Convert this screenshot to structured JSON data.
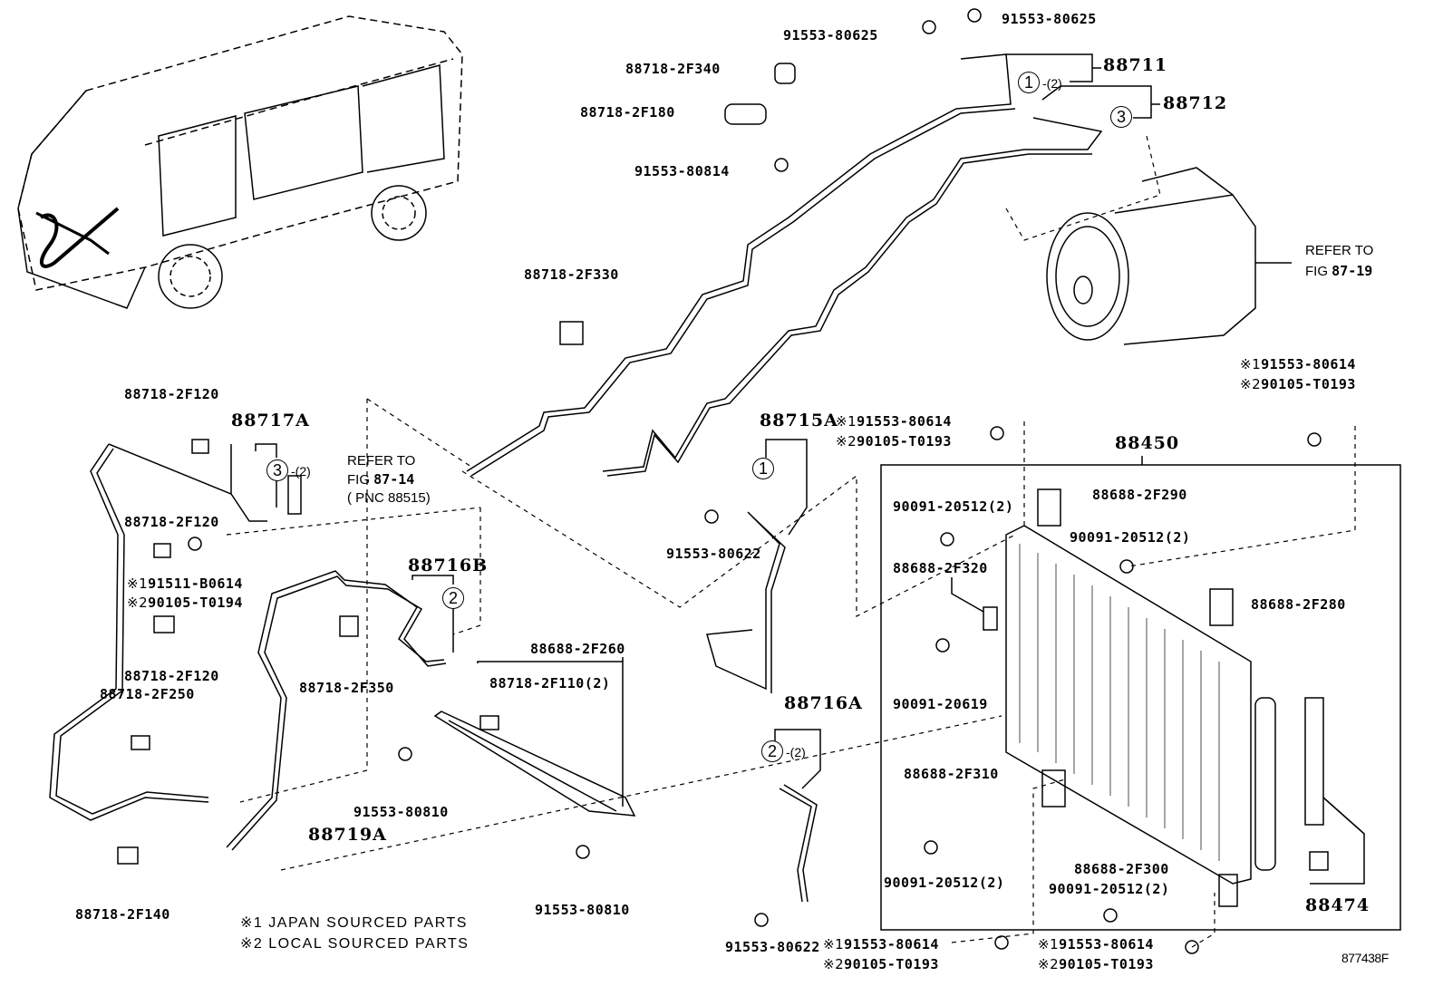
{
  "figure_id": "877438F",
  "notes": {
    "japan": {
      "mark": "※1",
      "text": "JAPAN SOURCED PARTS"
    },
    "local": {
      "mark": "※2",
      "text": "LOCAL SOURCED PARTS"
    }
  },
  "refs": {
    "compressor": {
      "line1": "REFER TO",
      "line2_prefix": "FIG",
      "line2_num": "87-19"
    },
    "expansion_valve": {
      "line1": "REFER TO",
      "line2_prefix": "FIG",
      "line2_num": "87-14",
      "line3": "( PNC 88515)"
    }
  },
  "circled": {
    "c1": "1",
    "c2": "2",
    "c3": "3"
  },
  "qty": {
    "q2": "-(2)"
  },
  "parts": {
    "p88711": "88711",
    "p88712": "88712",
    "p88717A": "88717A",
    "p88716B": "88716B",
    "p88715A": "88715A",
    "p88716A": "88716A",
    "p88719A": "88719A",
    "p88450": "88450",
    "p88474": "88474",
    "b_80625_a": "91553-80625",
    "b_80625_b": "91553-80625",
    "c_2F340": "88718-2F340",
    "c_2F180": "88718-2F180",
    "b_80814": "91553-80814",
    "c_2F330": "88718-2F330",
    "c_2F120_a": "88718-2F120",
    "c_2F120_b": "88718-2F120",
    "c_2F120_c": "88718-2F120",
    "c_2F250": "88718-2F250",
    "c_2F350": "88718-2F350",
    "c_2F140": "88718-2F140",
    "c_2F110": "88718-2F110(2)",
    "br_2F260": "88688-2F260",
    "b_80810_a": "91553-80810",
    "b_80810_b": "91553-80810",
    "b_80622_a": "91553-80622",
    "b_80622_b": "91553-80622",
    "br_2F290": "88688-2F290",
    "br_2F320": "88688-2F320",
    "br_2F280": "88688-2F280",
    "br_2F310": "88688-2F310",
    "br_2F300": "88688-2F300",
    "s_20512_a": "90091-20512(2)",
    "s_20512_b": "90091-20512(2)",
    "s_20512_c": "90091-20512(2)",
    "s_20512_d": "90091-20512(2)",
    "s_20619": "90091-20619",
    "alt_B0614": {
      "j": "91511-B0614",
      "l": "90105-T0194"
    },
    "alt_top_right": {
      "j": "91553-80614",
      "l": "90105-T0193"
    },
    "alt_mid": {
      "j": "91553-80614",
      "l": "90105-T0193"
    },
    "alt_bot_left": {
      "j": "91553-80614",
      "l": "90105-T0193"
    },
    "alt_bot_right": {
      "j": "91553-80614",
      "l": "90105-T0193"
    }
  }
}
